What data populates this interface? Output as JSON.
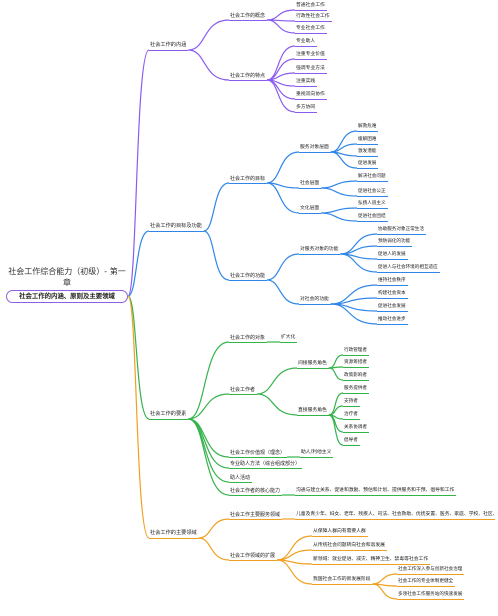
{
  "root": {
    "title": "社会工作综合能力（初级）- 第一章",
    "label": "社会工作的内涵、原则及主要领域"
  },
  "colors": {
    "branch1": "#8a5cf0",
    "branch2": "#2f86e8",
    "branch3": "#34b34a",
    "branch4": "#f0a020",
    "root_border": "#8e5fe0"
  },
  "branches": [
    {
      "label": "社会工作的内涵",
      "children": [
        {
          "label": "社会工作的概念",
          "children": [
            {
              "label": "普通社会工作"
            },
            {
              "label": "行政性社会工作"
            },
            {
              "label": "专业社会工作"
            }
          ]
        },
        {
          "label": "社会工作的特点",
          "children": [
            {
              "label": "专业助人"
            },
            {
              "label": "注重专业价值"
            },
            {
              "label": "强调专业方法"
            },
            {
              "label": "注重实践"
            },
            {
              "label": "重视双向协作"
            },
            {
              "label": "多方协同"
            }
          ]
        }
      ]
    },
    {
      "label": "社会工作的目标及功能",
      "children": [
        {
          "label": "社会工作的目标",
          "children": [
            {
              "label": "服务对象层面",
              "children": [
                {
                  "label": "解救危难"
                },
                {
                  "label": "缓解困难"
                },
                {
                  "label": "激发潜能"
                },
                {
                  "label": "促进发展"
                }
              ]
            },
            {
              "label": "社会层面",
              "children": [
                {
                  "label": "解决社会问题"
                },
                {
                  "label": "促进社会公正"
                }
              ]
            },
            {
              "label": "文化层面",
              "children": [
                {
                  "label": "弘扬人道主义"
                },
                {
                  "label": "促进社会团结"
                }
              ]
            }
          ]
        },
        {
          "label": "社会工作的功能",
          "children": [
            {
              "label": "对服务对象的功能",
              "children": [
                {
                  "label": "协助服务对象正常生活"
                },
                {
                  "label": "预防弱化的功能"
                },
                {
                  "label": "促进人的发展"
                },
                {
                  "label": "促进人与社会环境的相互适应"
                }
              ]
            },
            {
              "label": "对社会的功能",
              "children": [
                {
                  "label": "维持社会秩序"
                },
                {
                  "label": "构建社会资本"
                },
                {
                  "label": "促进社会发展"
                },
                {
                  "label": "推动社会进步"
                }
              ]
            }
          ]
        }
      ]
    },
    {
      "label": "社会工作的要素",
      "children": [
        {
          "label": "社会工作的对象",
          "children": [
            {
              "label": "扩大化"
            }
          ]
        },
        {
          "label": "社会工作者",
          "children": [
            {
              "label": "间接服务角色",
              "children": [
                {
                  "label": "行政管理者"
                },
                {
                  "label": "资源筹措者"
                },
                {
                  "label": "政策影响者"
                }
              ]
            },
            {
              "label": "直接服务角色",
              "children": [
                {
                  "label": "服务提供者"
                },
                {
                  "label": "支持者"
                },
                {
                  "label": "治疗者"
                },
                {
                  "label": "关系协调者"
                },
                {
                  "label": "倡导者"
                }
              ]
            }
          ]
        },
        {
          "label": "社会工作价值观（理念）",
          "children": [
            {
              "label": "助人/利他主义"
            }
          ]
        },
        {
          "label": "专业助人方法（综合组成部分）"
        },
        {
          "label": "助人活动"
        },
        {
          "label": "社会工作者的核心能力",
          "children": [
            {
              "label": "沟通与建立关系、促进和激励、预估和计划、提供服务和干预、倡导和工作"
            }
          ]
        }
      ]
    },
    {
      "label": "社会工作的主要领域",
      "children": [
        {
          "label": "社会工作主要服务领域",
          "children": [
            {
              "label": "儿童及青少年、妇女、老年、残疾人、司法、社会救助、优抚安置、医务、家庭、学校、社区、企业"
            }
          ]
        },
        {
          "label": "社会工作领域的扩展",
          "children": [
            {
              "label": "从保障人群向有需要人群"
            },
            {
              "label": "从传统社会问题转向社会和谐发展"
            },
            {
              "label": "新领域：就业促进、减灾、精神卫生、禁毒等社会工作"
            },
            {
              "label": "我国社会工作的新发展阶段",
              "children": [
                {
                  "label": "社会工作深入参与创新社会治理"
                },
                {
                  "label": "社会工作的专业体制更健全"
                },
                {
                  "label": "多领社会工作服务站的快速发展"
                }
              ]
            }
          ]
        }
      ]
    }
  ]
}
